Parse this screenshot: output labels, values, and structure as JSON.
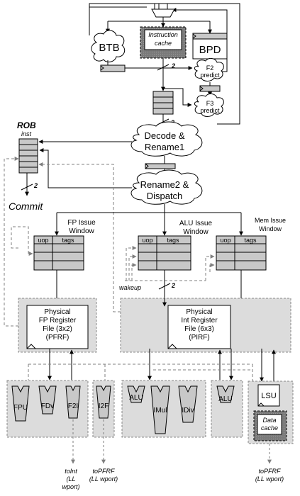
{
  "frontend": {
    "btb": "BTB",
    "icache_line1": "Instruction",
    "icache_line2": "cache",
    "bpd": "BPD",
    "f2_line1": "F2",
    "f2_line2": "predict",
    "f3_line1": "F3",
    "f3_line2": "predict",
    "fetch_width": "2",
    "buffer_width": "2"
  },
  "decode": {
    "line1": "Decode &",
    "line2": "Rename1"
  },
  "rename2": {
    "line1": "Rename2 &",
    "line2": "Dispatch"
  },
  "rob": {
    "title": "ROB",
    "subtitle": "inst",
    "commit": "Commit",
    "commit_width": "2"
  },
  "issue": {
    "fp_line1": "FP Issue",
    "fp_line2": "Window",
    "alu_line1": "ALU Issue",
    "alu_line2": "Window",
    "mem_line1": "Mem Issue",
    "mem_line2": "Window",
    "uop": "uop",
    "tags": "tags",
    "wakeup": "wakeup",
    "wakeup_width": "2"
  },
  "fp_regfile": {
    "line1": "Physical",
    "line2": "FP Register",
    "line3": "File (3x2)",
    "line4": "(PFRF)"
  },
  "int_regfile": {
    "line1": "Physical",
    "line2": "Int Register",
    "line3": "File (6x3)",
    "line4": "(PIRF)"
  },
  "units": {
    "fpu": "FPU",
    "fdv": "FDv",
    "f2i": "F2I",
    "i2f": "I2F",
    "alu1": "ALU",
    "imul": "IMul",
    "idiv": "IDiv",
    "alu2": "ALU",
    "lsu": "LSU",
    "dcache_line1": "Data",
    "dcache_line2": "cache"
  },
  "outputs": {
    "toint_line1": "toInt",
    "toint_line2": "(LL",
    "toint_line3": "wport)",
    "topfrf1_line1": "toPFRF",
    "topfrf1_line2": "(LL wport)",
    "topfrf2_line1": "toPFRF",
    "topfrf2_line2": "(LL wport)"
  },
  "colors": {
    "block_gray": "#c8c8c8",
    "panel_gray": "#dcdcdc",
    "dark_gray": "#8c8c8c",
    "dashed_gray": "#7f7f7f"
  }
}
